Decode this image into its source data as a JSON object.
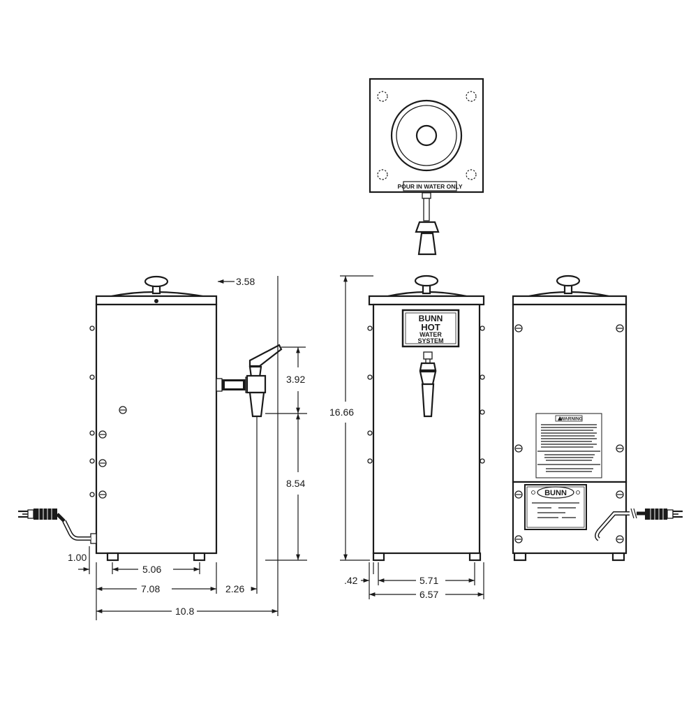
{
  "top_view": {
    "label": "POUR IN WATER ONLY"
  },
  "front_view": {
    "logo_brand": "BUNN",
    "logo_line1": "HOT",
    "logo_line2": "WATER",
    "logo_line3": "SYSTEM"
  },
  "rear_view": {
    "warning_title": "WARNING",
    "nameplate_brand": "BUNN"
  },
  "dimensions": {
    "spout_offset": "3.58",
    "spout_height": "3.92",
    "spout_clearance": "8.54",
    "overall_height": "16.66",
    "cord_offset": "1.00",
    "side_feet_spacing": "5.06",
    "side_depth": "7.08",
    "side_spout_reach": "2.26",
    "overall_depth": "10.8",
    "foot_height": ".42",
    "front_feet_spacing": "5.71",
    "front_width": "6.57"
  }
}
